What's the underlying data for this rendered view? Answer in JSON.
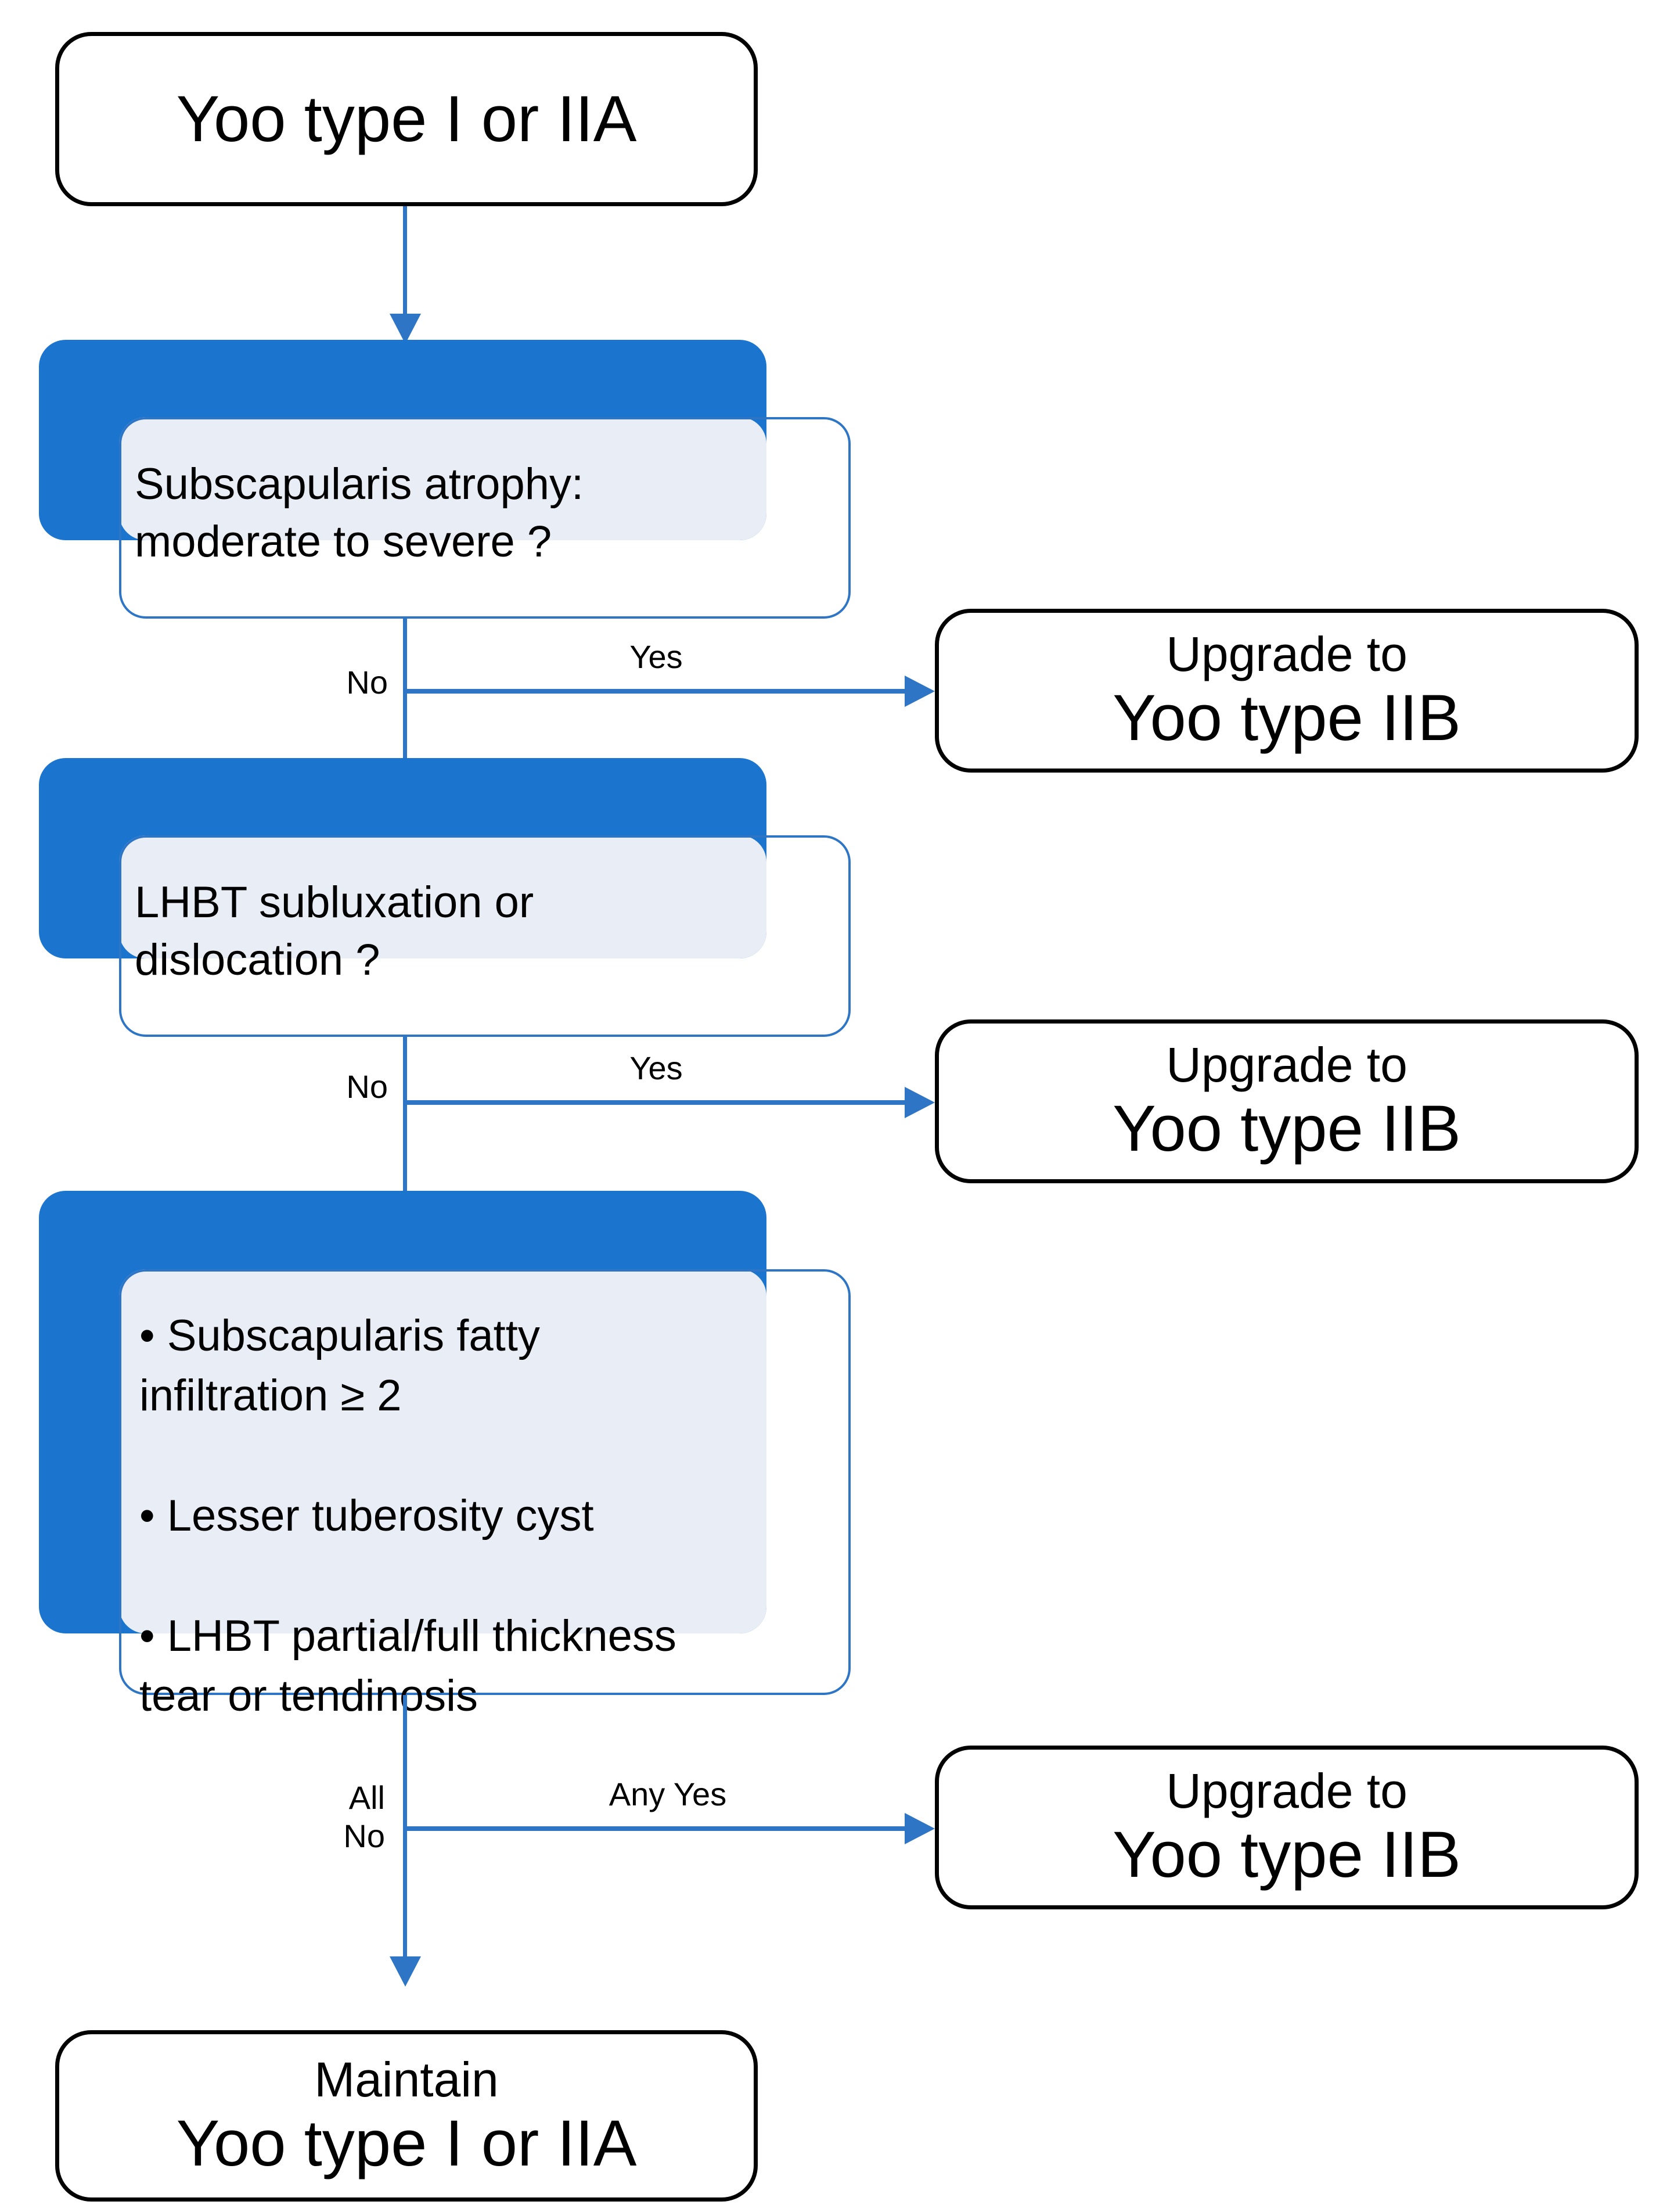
{
  "diagram": {
    "title": "Yoo type I or IIA upgrade decision flowchart",
    "colors": {
      "blue_fill": "#1B75CE",
      "pale_fill": "#E9EDF6",
      "connector_blue": "#2E75C6",
      "outline_black": "#000000",
      "background": "#FFFFFF"
    }
  },
  "start": {
    "label": "Yoo type I or IIA"
  },
  "decisions": [
    {
      "id": "subscapularis-atrophy",
      "text": "Subscapularis atrophy:\nmoderate to severe ?",
      "no_label": "No",
      "yes_label": "Yes"
    },
    {
      "id": "lhbt-subluxation",
      "text": "LHBT subluxation or\ndislocation ?",
      "no_label": "No",
      "yes_label": "Yes"
    },
    {
      "id": "criteria-list",
      "text": "• Subscapularis fatty\ninfiltration ≥ 2\n\n• Lesser tuberosity cyst\n\n• LHBT partial/full thickness\ntear or tendinosis",
      "no_label": "All\nNo",
      "yes_label": "Any Yes"
    }
  ],
  "outcomes": [
    {
      "id": "upgrade-1",
      "line1": "Upgrade to",
      "line2": "Yoo type IIB"
    },
    {
      "id": "upgrade-2",
      "line1": "Upgrade to",
      "line2": "Yoo type IIB"
    },
    {
      "id": "upgrade-3",
      "line1": "Upgrade to",
      "line2": "Yoo type IIB"
    }
  ],
  "end": {
    "line1": "Maintain",
    "line2": "Yoo type I or IIA"
  }
}
